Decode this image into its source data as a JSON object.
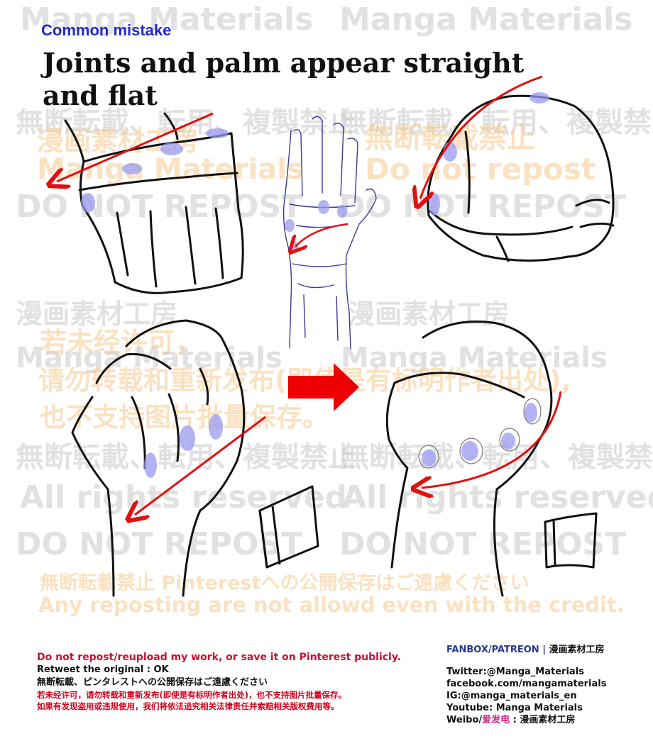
{
  "header": {
    "label": "Common mistake",
    "title": "Joints and palm appear straight and flat"
  },
  "watermarks": {
    "brand_en": "Manga Materials",
    "brand_jp": "漫画素材工房",
    "no_repost_jp": "無断転載、転用、複製禁止",
    "no_repost_jp_short": "無断転載禁止",
    "do_not_repost": "Do not repost",
    "do_not_repost_caps": "DO NOT REPOST",
    "all_rights": "All rights reserved",
    "cn_line1": "若未经许可，",
    "cn_line2": "请勿转载和重新发布(即使是有标明作者出处),",
    "cn_line3": "也不支持图片批量保存。",
    "pinterest_jp": "無断転載禁止 Pinterestへの公開保存はご遠慮ください",
    "reposting_en": "Any reposting are not allowd even with the credit."
  },
  "footer_left": {
    "line1": "Do not repost/reupload my work, or save it on Pinterest publicly.",
    "line2": "Retweet the original : OK",
    "line3": "無断転載、ピンタレストへの公開保存はご遠慮ください",
    "line4": "若未经许可，请勿转载和重新发布(即使是有标明作者出处)，也不支持图片批量保存。",
    "line5": "如果有发现盗用或违规使用，我们将依法追究相关法律责任并索赔相关版权费用等。"
  },
  "footer_right": {
    "platform": "FANBOX/PATREON",
    "separator": " | ",
    "studio": "漫画素材工房",
    "twitter": "Twitter:@Manga_Materials",
    "facebook": "facebook.com/mangamaterials",
    "instagram": "IG:@manga_materials_en",
    "youtube": "Youtube: Manga Materials",
    "weibo_prefix": "Weibo/",
    "weibo_pink": "爱发电",
    "weibo_suffix": " : 漫画素材工房"
  },
  "colors": {
    "title_label": "#1f2bcc",
    "arrow_red": "#e01010",
    "shadow_blue": "#9a9af0",
    "watermark_orange": "#f5c88c",
    "watermark_gray": "#c8c8c8"
  }
}
